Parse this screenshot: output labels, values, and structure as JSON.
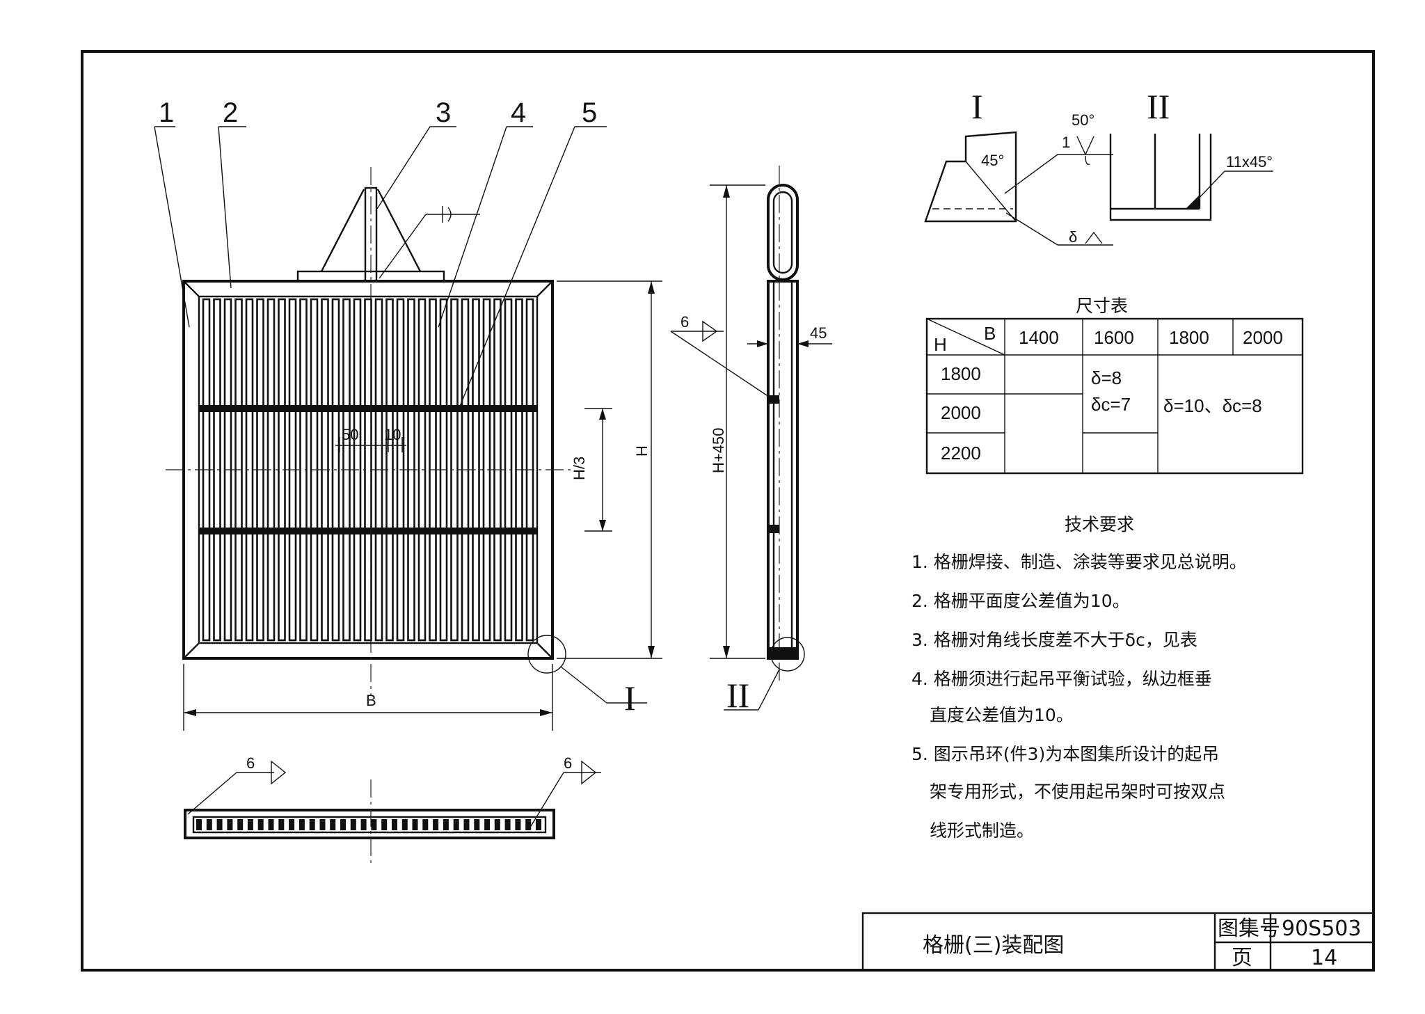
{
  "part_labels": [
    "1",
    "2",
    "3",
    "4",
    "5"
  ],
  "detail_marks": {
    "I": "I",
    "II": "II"
  },
  "dimensions": {
    "B": "B",
    "H": "H",
    "H_third": "H/3",
    "bar_width": "50",
    "bar_gap": "10",
    "side_height": "H+450",
    "side_depth": "45",
    "weld_6": "6",
    "angle_50": "50°",
    "angle_45": "45°",
    "chamfer": "11x45°",
    "weld_1": "1",
    "delta": "δ"
  },
  "size_table": {
    "title": "尺寸表",
    "corner_b": "B",
    "corner_h": "H",
    "columns": [
      "1400",
      "1600",
      "1800",
      "2000"
    ],
    "rows": [
      "1800",
      "2000",
      "2200"
    ],
    "group_small": {
      "delta": "δ=8",
      "delta_c": "δc=7"
    },
    "group_large": "δ=10、δc=8"
  },
  "requirements": {
    "title": "技术要求",
    "items": [
      "1. 格栅焊接、制造、涂装等要求见总说明。",
      "2. 格栅平面度公差值为10。",
      "3. 格栅对角线长度差不大于δc，见表",
      "4. 格栅须进行起吊平衡试验，纵边框垂",
      "直度公差值为10。",
      "5. 图示吊环(件3)为本图集所设计的起吊",
      "架专用形式，不使用起吊架时可按双点",
      "线形式制造。"
    ]
  },
  "title_block": {
    "title": "格栅(三)装配图",
    "atlas_label": "图集号",
    "atlas_no": "90S503",
    "page_label": "页",
    "page_no": "14"
  }
}
